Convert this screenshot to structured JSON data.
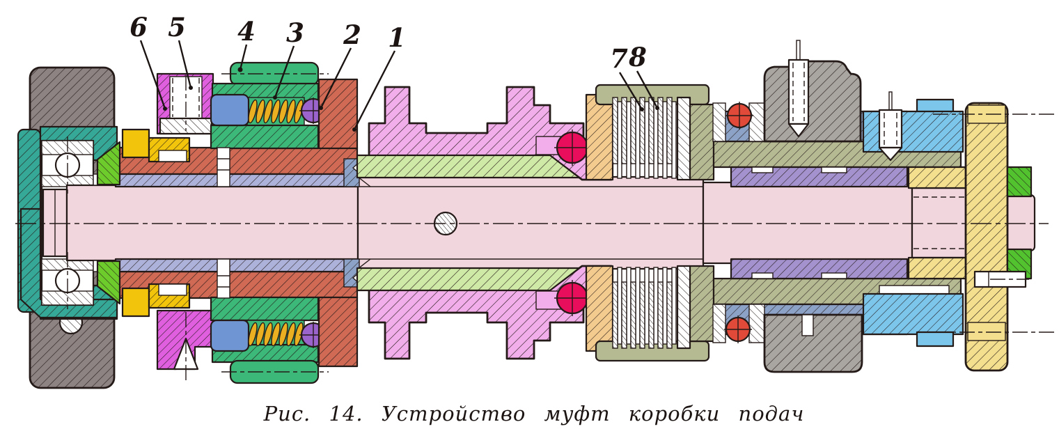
{
  "figure": {
    "caption": "Рис. 14. Устройство муфт коробки подач"
  },
  "callouts": [
    {
      "id": "6",
      "text": "6"
    },
    {
      "id": "5",
      "text": "5"
    },
    {
      "id": "4",
      "text": "4"
    },
    {
      "id": "3",
      "text": "3"
    },
    {
      "id": "2",
      "text": "2"
    },
    {
      "id": "1",
      "text": "1"
    },
    {
      "id": "7",
      "text": "7"
    },
    {
      "id": "8",
      "text": "8"
    }
  ],
  "palette": {
    "outline": "#241a18",
    "shaft_pink": "#f2d6de",
    "gear_pink": "#f2aeea",
    "magenta": "#df5fdf",
    "salmon": "#d06a55",
    "teal": "#36a897",
    "wall_gray": "#8e8383",
    "housing_gray": "#a9a5a0",
    "green": "#3cb878",
    "green_pale": "#cfe9a6",
    "green_bright": "#6ecb2c",
    "green_ring": "#52c32f",
    "yellow": "#f2c50c",
    "yellow_pale": "#f3df8e",
    "spring_yellow": "#eab021",
    "blue": "#6f96d2",
    "blue_light": "#7cc5eb",
    "blue_gray": "#8ca2c6",
    "lavender": "#adb2da",
    "purple_sleeve": "#a392cd",
    "ball_purple": "#9b63cc",
    "ball_crimson": "#e90e5b",
    "ball_red": "#e14a38",
    "olive": "#b5ba93",
    "tan": "#f4cb8e"
  }
}
